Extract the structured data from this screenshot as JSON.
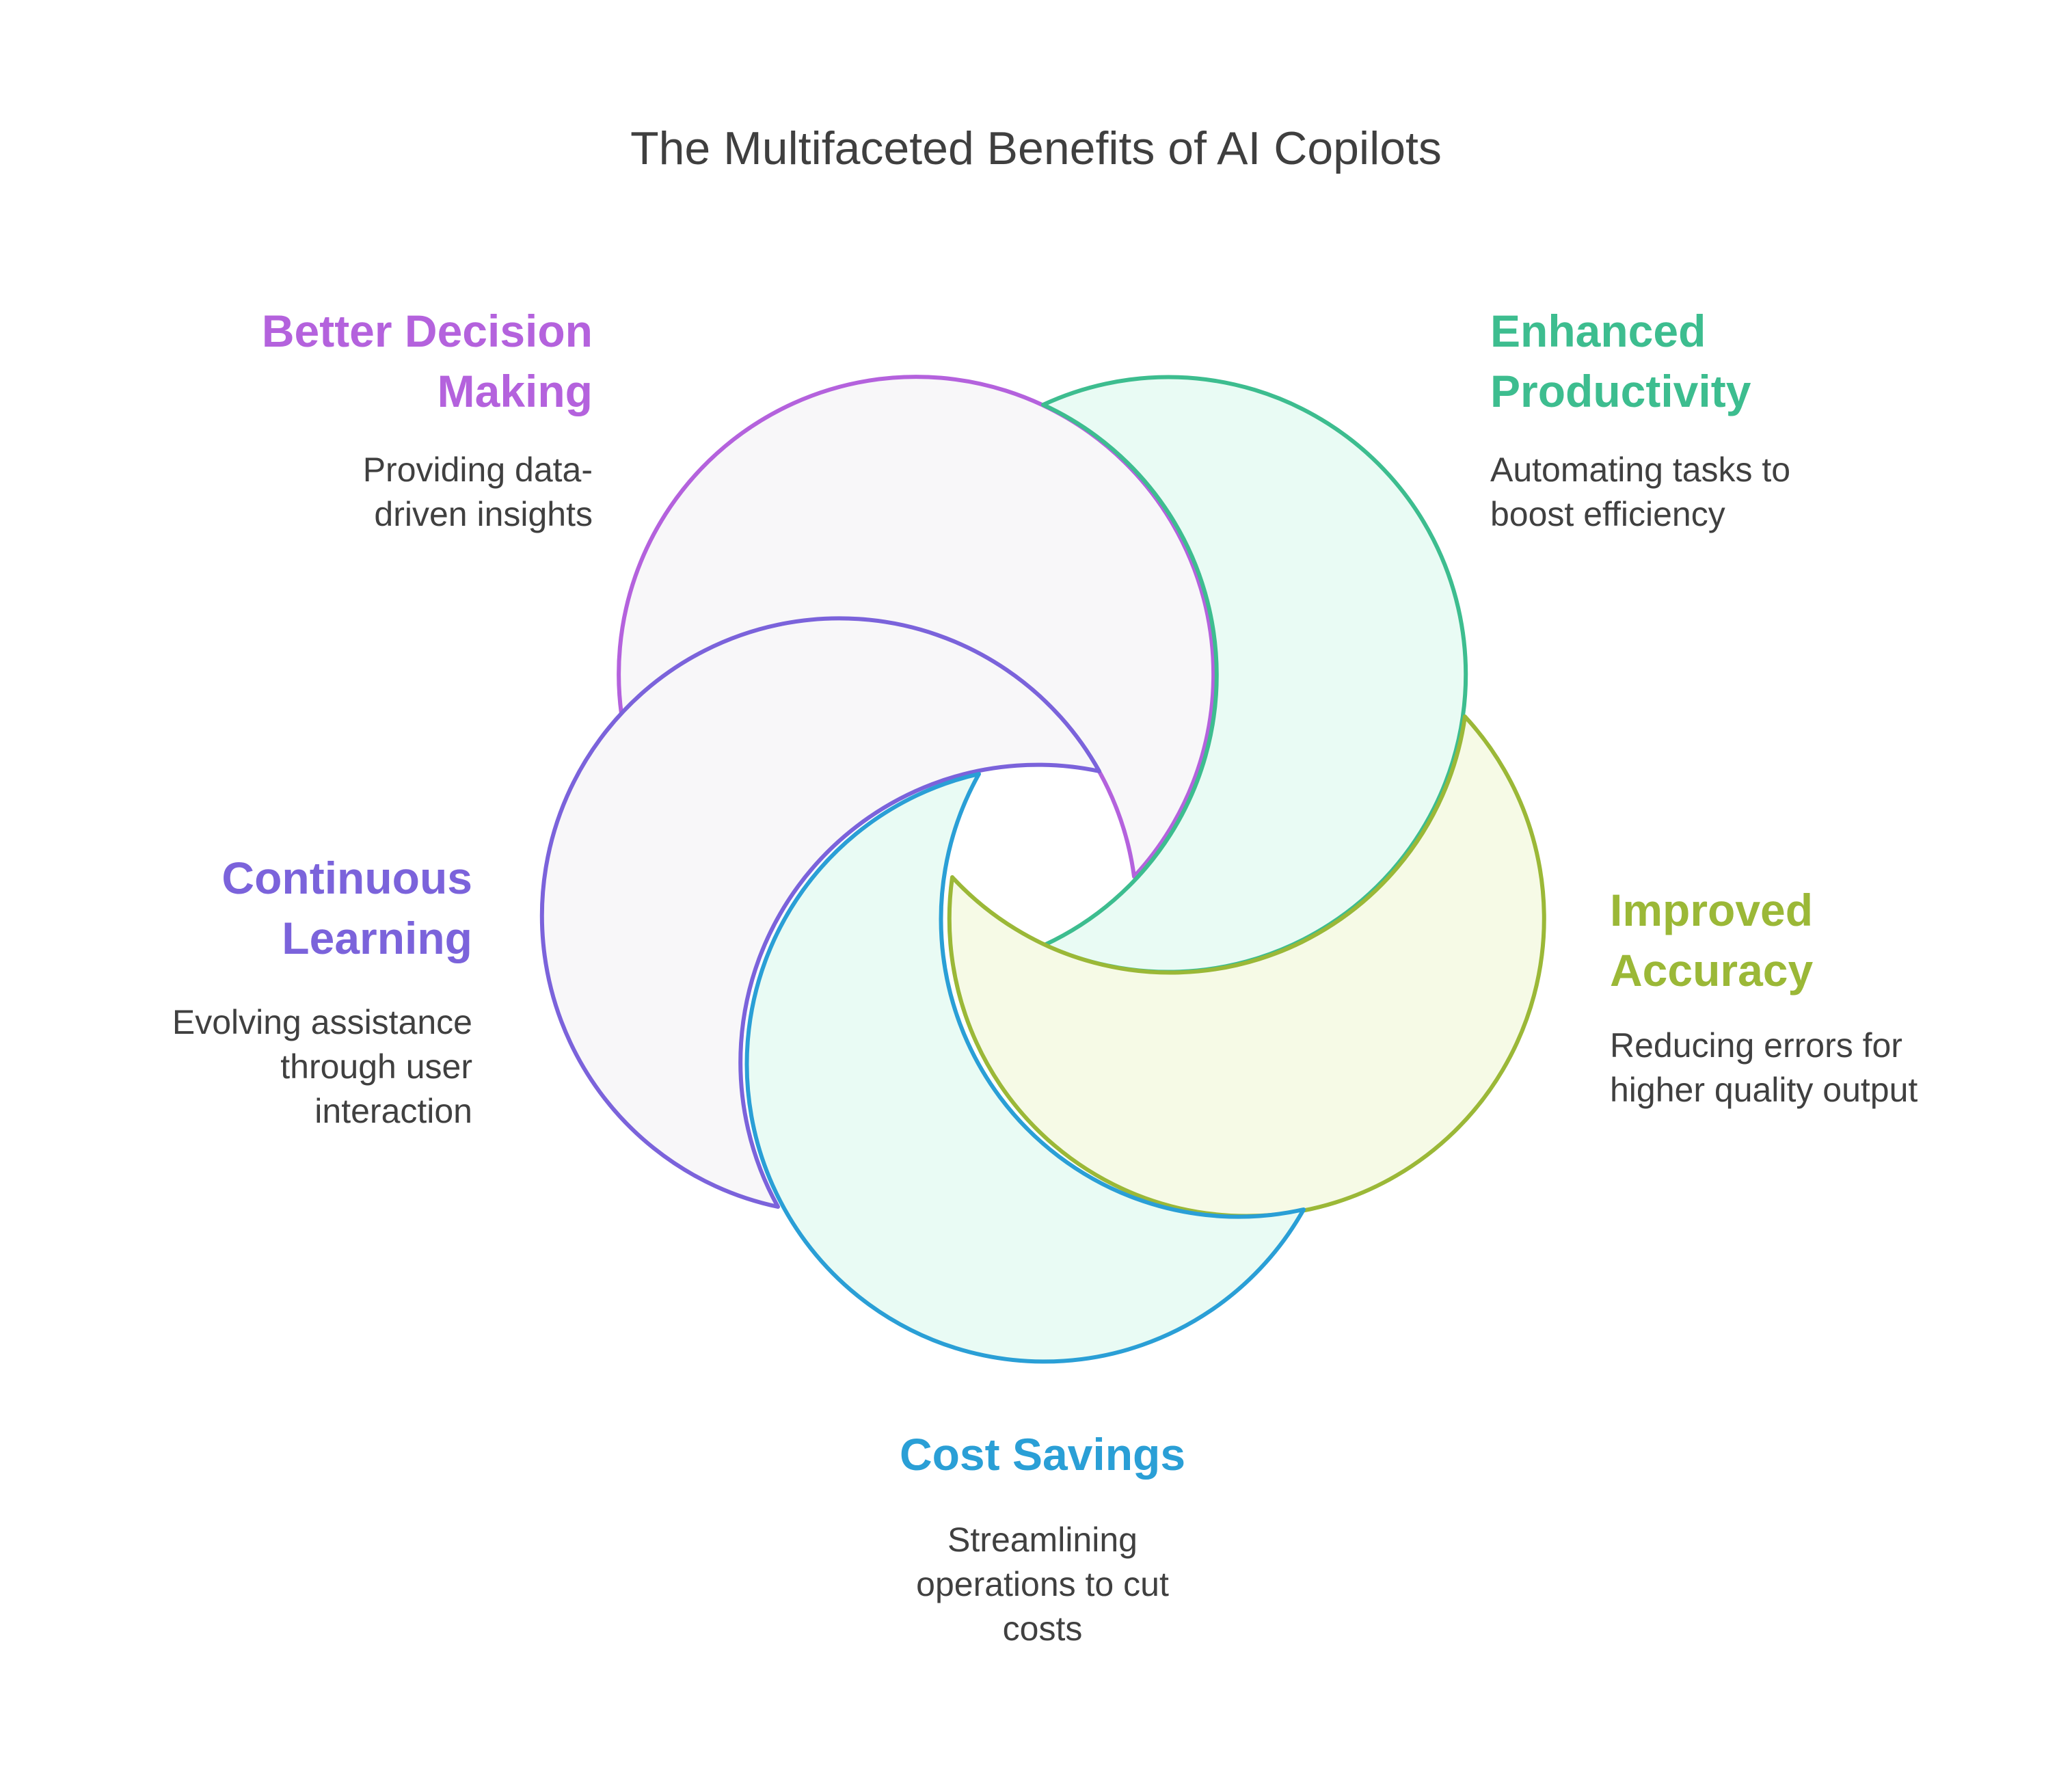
{
  "title": "The Multifaceted Benefits of AI Copilots",
  "colors": {
    "decision": "#b462dd",
    "productivity": "#3dbd8f",
    "accuracy": "#9bb837",
    "savings": "#2a9fd6",
    "learning": "#7b63db",
    "fill_grey": "#f8f7f9",
    "fill_mint": "#e9fbf4",
    "fill_yellow": "#f6fae6"
  },
  "items": {
    "decision": {
      "heading": [
        "Better Decision",
        "Making"
      ],
      "description": [
        "Providing data-",
        "driven insights"
      ]
    },
    "productivity": {
      "heading": [
        "Enhanced",
        "Productivity"
      ],
      "description": [
        "Automating tasks to",
        "boost efficiency"
      ]
    },
    "accuracy": {
      "heading": [
        "Improved",
        "Accuracy"
      ],
      "description": [
        "Reducing errors for",
        "higher quality output"
      ]
    },
    "savings": {
      "heading": [
        "Cost Savings"
      ],
      "description": [
        "Streamlining",
        "operations to cut",
        "costs"
      ]
    },
    "learning": {
      "heading": [
        "Continuous",
        "Learning"
      ],
      "description": [
        "Evolving assistance",
        "through user",
        "interaction"
      ]
    }
  }
}
